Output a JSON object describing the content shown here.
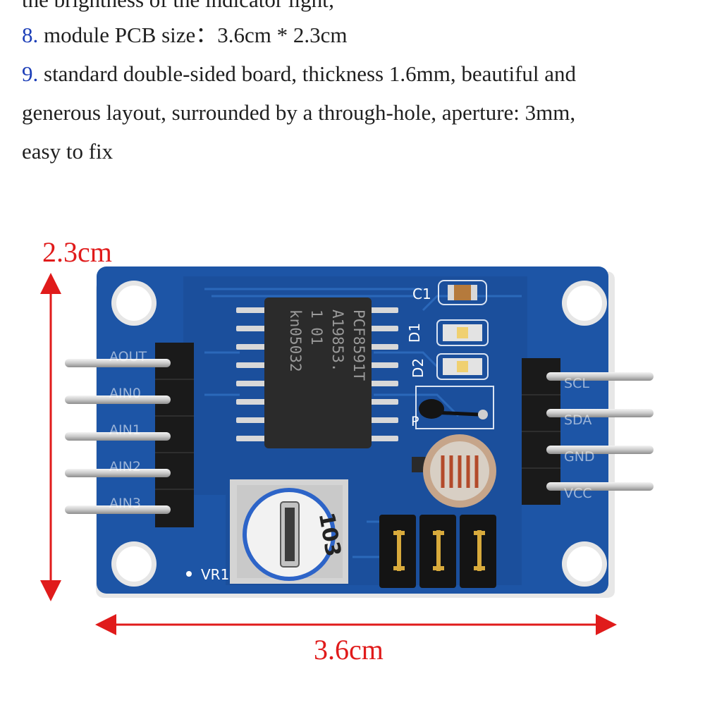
{
  "spec_list": {
    "clipped_line": "the brightness of the indicator light;",
    "item8": {
      "number": "8.",
      "text": "module PCB size：3.6cm * 2.3cm"
    },
    "item9": {
      "number": "9.",
      "line1": "standard double-sided board, thickness 1.6mm, beautiful and",
      "line2": "generous layout, surrounded by a through-hole, aperture: 3mm,",
      "line3": "easy to fix"
    }
  },
  "dimensions": {
    "height_label": "2.3cm",
    "width_label": "3.6cm"
  },
  "pcb": {
    "chip_text": [
      "PCF8591T",
      "A19853.",
      "1        01",
      "kn05032"
    ],
    "silkscreen": {
      "c1": "C1",
      "d1": "D1",
      "d2": "D2",
      "p": "P",
      "vr1": "VR1",
      "left_pins": [
        "AOUT",
        "AIN0",
        "AIN1",
        "AIN2",
        "AIN3"
      ],
      "right_pins": [
        "SCL",
        "SDA",
        "GND",
        "VCC"
      ],
      "pot_marking": "103"
    }
  },
  "colors": {
    "accent_red": "#e01b1b",
    "number_blue": "#1d3fb8",
    "pcb_blue": "#1d55a6"
  }
}
